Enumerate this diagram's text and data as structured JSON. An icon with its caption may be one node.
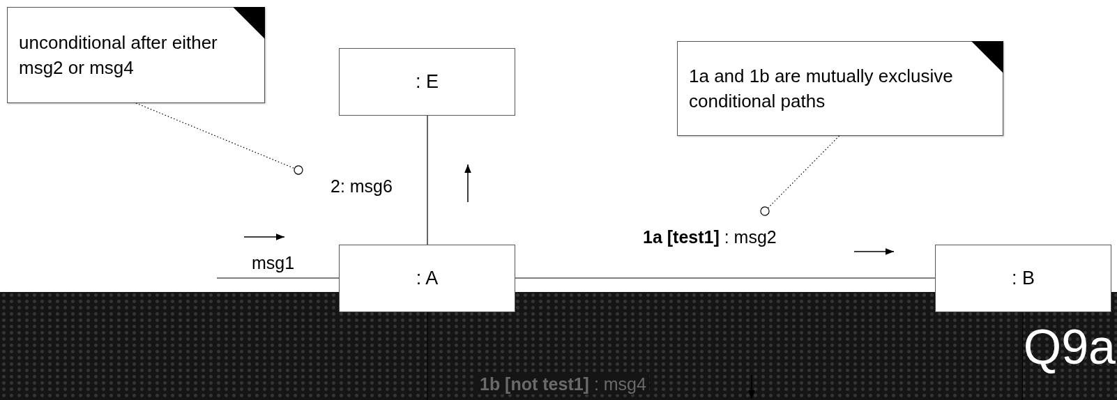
{
  "diagram": {
    "nodes": [
      {
        "text": [
          "unconditional after either msg2 or msg4"
        ]
      },
      {
        "text": [
          ": E"
        ]
      },
      {
        "text": [
          ": A"
        ]
      },
      {
        "text": [
          "1a and 1b are mutually exclusive conditional paths"
        ]
      },
      {
        "text": [
          ": B"
        ]
      }
    ],
    "edges": [
      {
        "from": null,
        "to": 2,
        "arrow": "none",
        "label": "msg1"
      },
      {
        "from": 2,
        "to": 1,
        "arrow": "none",
        "label": "2: msg6"
      },
      {
        "from": 2,
        "to": 4,
        "arrow": "none",
        "label": "**1a [test1]** :  msg2"
      },
      {
        "from": 2,
        "to": 4,
        "arrow": "none",
        "label": "**1b [not test1]** :  msg4"
      },
      {
        "from": 0,
        "to": null,
        "arrow": "other",
        "style": "dashed"
      },
      {
        "from": 3,
        "to": null,
        "arrow": "other",
        "style": "dashed"
      }
    ],
    "labels": [
      "Q9a"
    ]
  }
}
